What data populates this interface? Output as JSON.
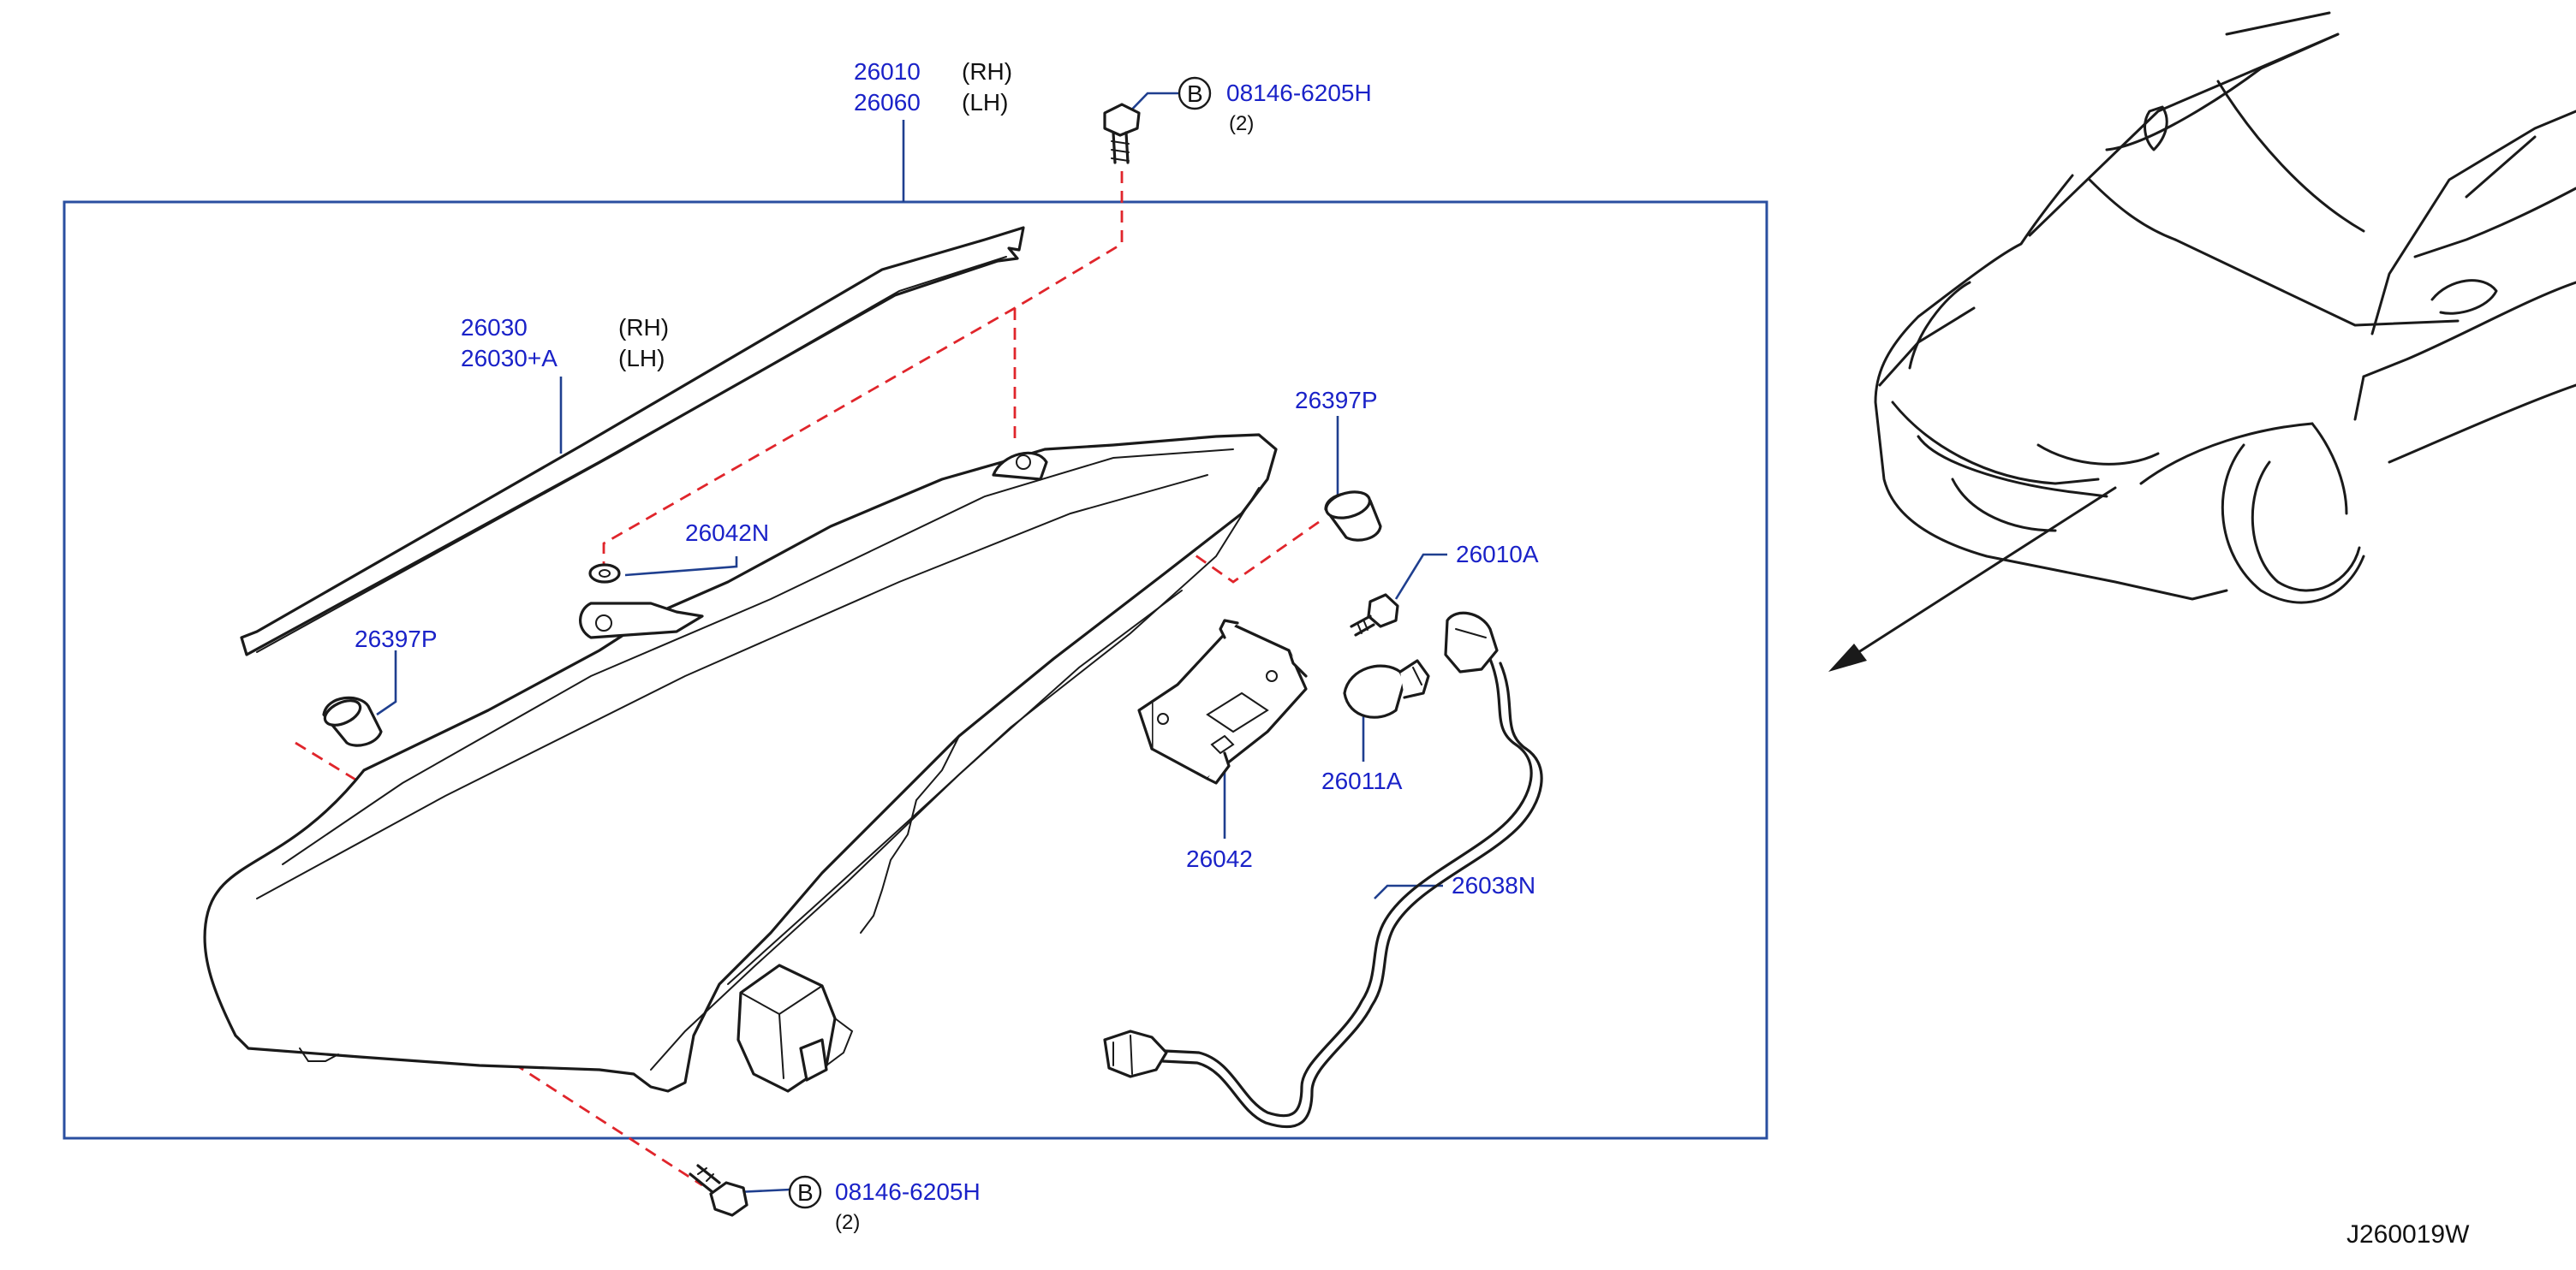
{
  "callouts": {
    "lamp_assembly": {
      "pn1": "26010",
      "side1": "(RH)",
      "pn2": "26060",
      "side2": "(LH)"
    },
    "bolt_top": {
      "circle": "B",
      "pn": "08146-6205H",
      "qty": "(2)"
    },
    "bolt_bottom": {
      "circle": "B",
      "pn": "08146-6205H",
      "qty": "(2)"
    },
    "trim_strip": {
      "pn1": "26030",
      "side1": "(RH)",
      "pn2": "26030+A",
      "side2": "(LH)"
    },
    "washer": {
      "pn": "26042N"
    },
    "cap_left": {
      "pn": "26397P"
    },
    "cap_right": {
      "pn": "26397P"
    },
    "screw": {
      "pn": "26010A"
    },
    "bulb": {
      "pn": "26011A"
    },
    "bracket": {
      "pn": "26042"
    },
    "harness": {
      "pn": "26038N"
    }
  },
  "diagram_ref": "J260019W",
  "colors": {
    "part_number": "#1a22c8",
    "leader": "#1f3f8f",
    "dashed_guide": "#e0252b",
    "frame": "#2a4fa0",
    "line_art": "#1a1a1a"
  }
}
